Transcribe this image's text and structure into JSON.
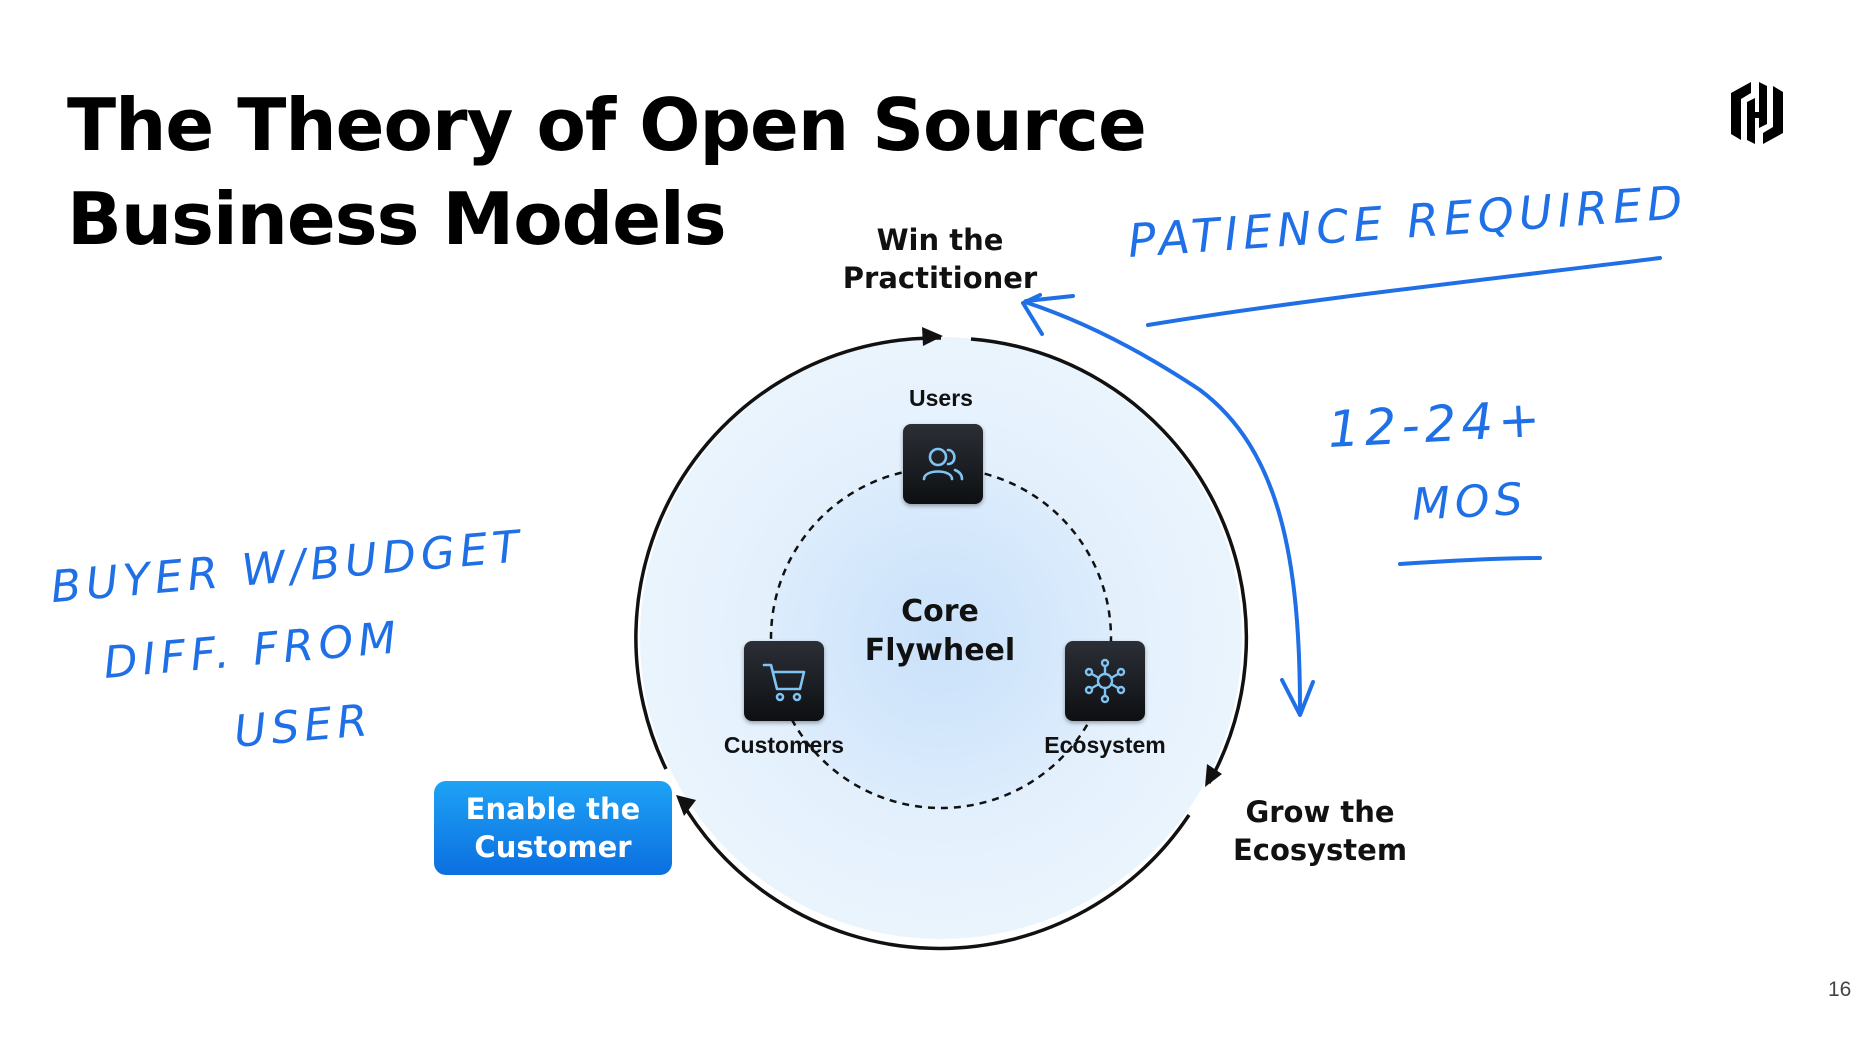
{
  "title": {
    "line1": "The Theory of Open Source",
    "line2": "Business Models"
  },
  "logo": {
    "icon": "hashicorp-logo-icon"
  },
  "page_number": "16",
  "diagram": {
    "center": {
      "line1": "Core",
      "line2": "Flywheel"
    },
    "nodes": [
      {
        "label": "Users",
        "icon": "users-icon"
      },
      {
        "label": "Customers",
        "icon": "shopping-cart-icon"
      },
      {
        "label": "Ecosystem",
        "icon": "network-hub-icon"
      }
    ],
    "stages": {
      "practitioner": {
        "line1": "Win the",
        "line2": "Practitioner"
      },
      "ecosystem": {
        "line1": "Grow the",
        "line2": "Ecosystem"
      },
      "customer": {
        "line1": "Enable the",
        "line2": "Customer"
      }
    },
    "colors": {
      "highlight_box": "#0b7ce8",
      "ring_fill": "#e8f3fd",
      "inner_fill": "#d4e8fb",
      "tile": "#16191d",
      "icon_stroke": "#7fc4f2"
    }
  },
  "annotations": {
    "color": "#1f6fe6",
    "patience": "PATIENCE REQUIRED",
    "duration_line1": "12-24+",
    "duration_line2": "MOS",
    "buyer_line1": "BUYER W/BUDGET",
    "buyer_line2": "DIFF. FROM",
    "buyer_line3": "USER"
  }
}
